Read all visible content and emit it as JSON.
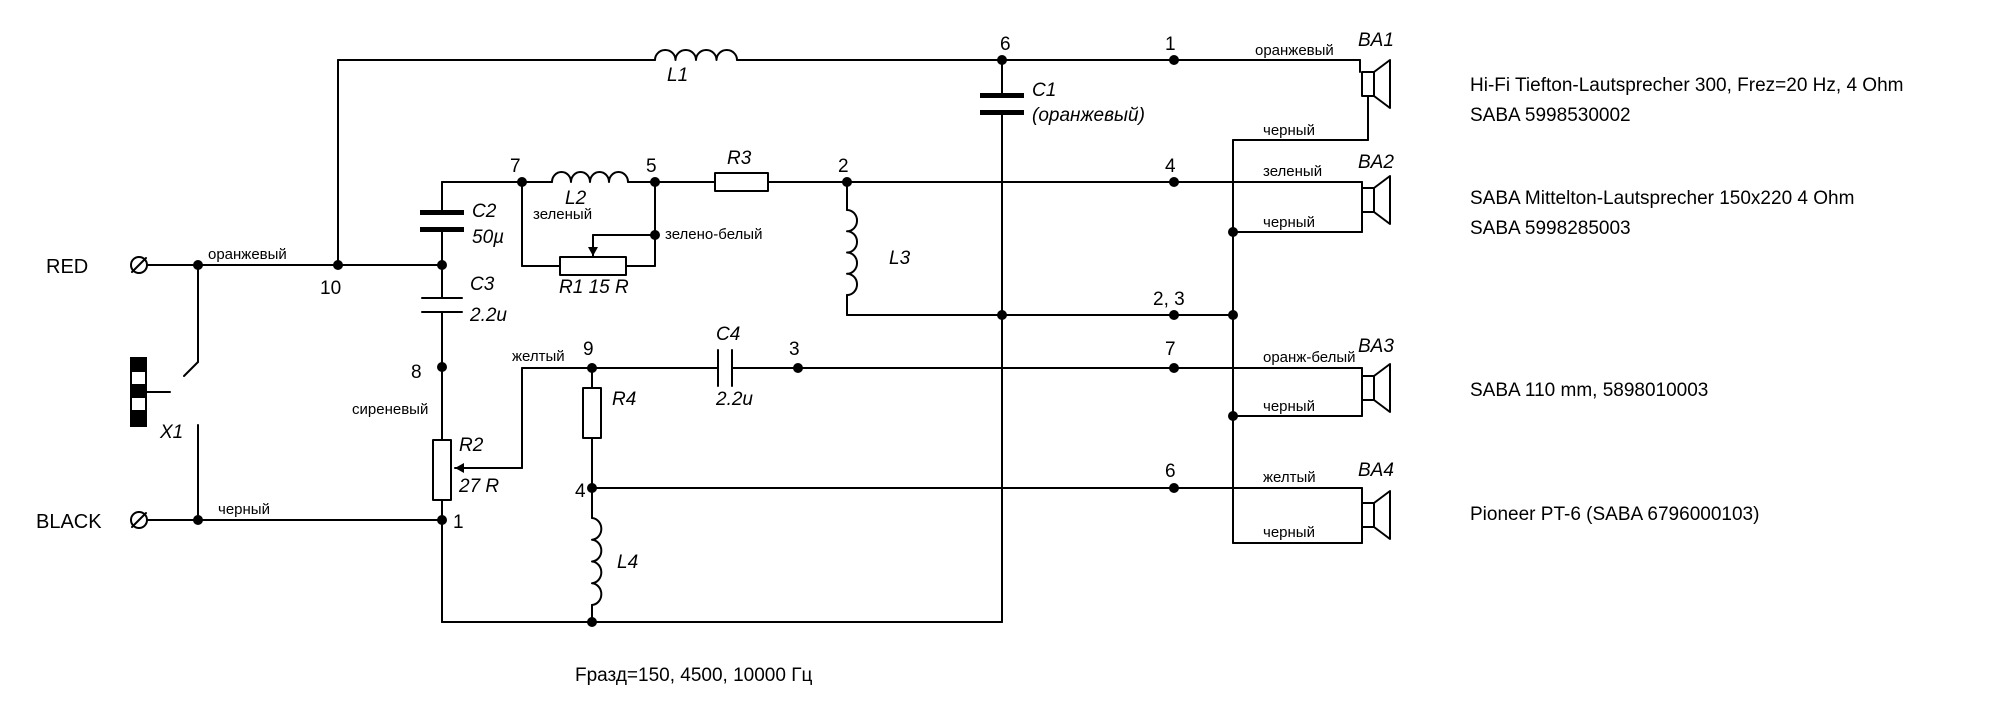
{
  "terminals": {
    "red": "RED",
    "black": "BLACK",
    "connector": "X1"
  },
  "components": {
    "L1": "L1",
    "L2": "L2",
    "L2_wire": "зеленый",
    "L3": "L3",
    "L4": "L4",
    "C1": "C1",
    "C1_note": "(оранжевый)",
    "C2": "C2",
    "C2_value": "50µ",
    "C3": "C3",
    "C3_value": "2.2u",
    "C4": "C4",
    "C4_value": "2.2u",
    "R1": "R1 15 R",
    "R2": "R2",
    "R2_value": "27 R",
    "R3": "R3",
    "R4": "R4"
  },
  "nodes": {
    "n10": "10",
    "n8": "8",
    "n1_gnd": "1",
    "n7": "7",
    "n5": "5",
    "n2": "2",
    "n9": "9",
    "n3": "3",
    "n4": "4",
    "n6_top": "6",
    "n1_ba1": "1",
    "n4_ba2": "4",
    "n23": "2, 3",
    "n7_ba3": "7",
    "n6_ba4": "6"
  },
  "wires": {
    "red_in": "оранжевый",
    "black_in": "черный",
    "r1_tap": "зелено-белый",
    "yellow": "желтый",
    "lilac": "сиреневый",
    "ba1_plus": "оранжевый",
    "ba1_minus": "черный",
    "ba2_plus": "зеленый",
    "ba2_minus": "черный",
    "ba3_plus": "оранж-белый",
    "ba3_minus": "черный",
    "ba4_plus": "желтый",
    "ba4_minus": "черный"
  },
  "speakers": [
    {
      "ref": "BA1",
      "line1": "Hi-Fi Tiefton-Lautsprecher 300, Frez=20 Hz, 4 Ohm",
      "line2": "SABA 5998530002"
    },
    {
      "ref": "BA2",
      "line1": "SABA Mittelton-Lautsprecher 150x220 4 Ohm",
      "line2": "SABA 5998285003"
    },
    {
      "ref": "BA3",
      "line1": "SABA 110 mm, 5898010003",
      "line2": ""
    },
    {
      "ref": "BA4",
      "line1": "Pioneer PT-6 (SABA 6796000103)",
      "line2": ""
    }
  ],
  "crossover": "Fразд=150, 4500, 10000 Гц"
}
